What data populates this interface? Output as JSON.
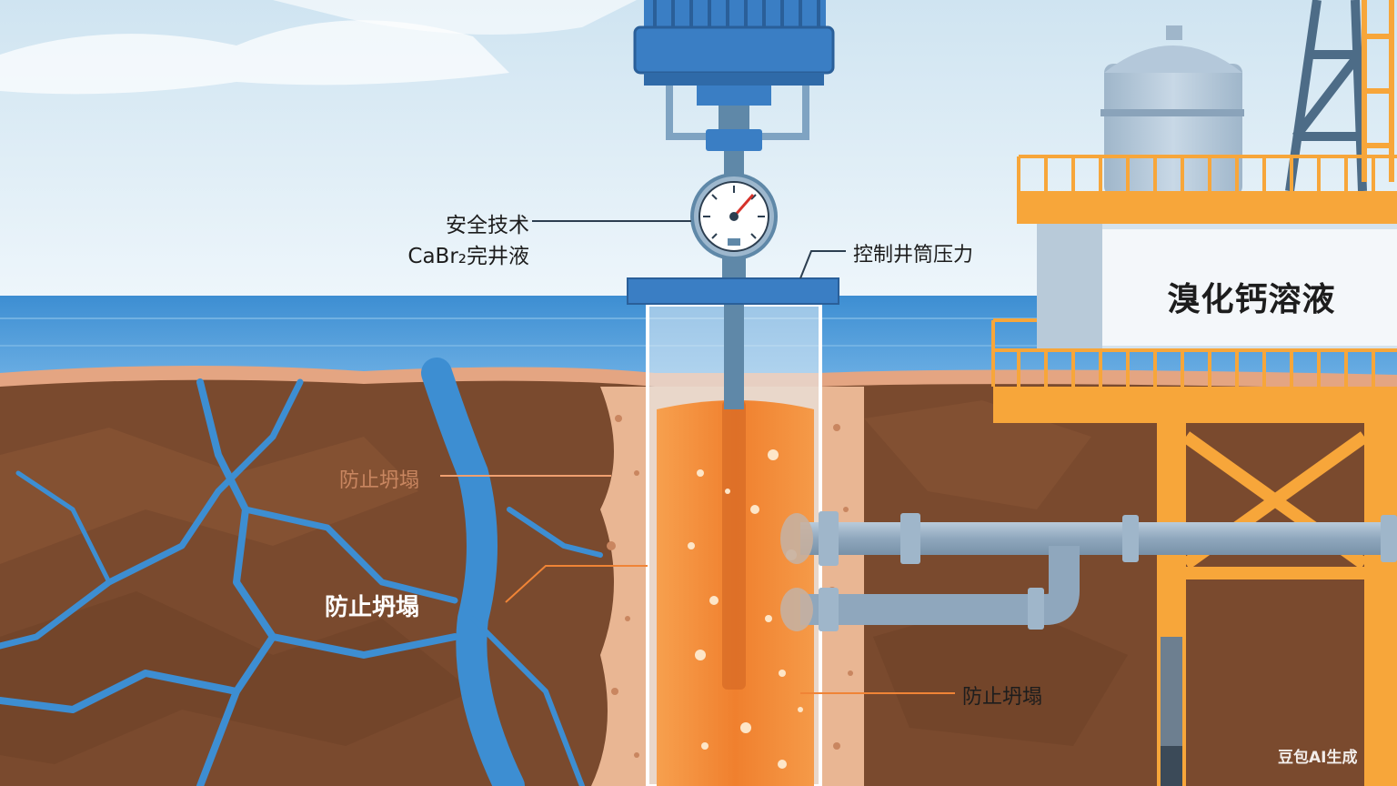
{
  "labels": {
    "safety": "安全技术",
    "cabr_fluid": "CaBr₂完井液",
    "pressure": "控制井筒压力",
    "title": "溴化钙溶液",
    "collapse_1": "防止坍塌",
    "collapse_2": "防止坍塌",
    "collapse_3": "防止坍塌",
    "watermark": "豆包AI生成"
  },
  "colors": {
    "sky": "#dfeef7",
    "sea": "#4a97d6",
    "soil": "#7a4a2e",
    "fluid": "#f08436",
    "steel_blue": "#3a7ec4",
    "platform_orange": "#f7a63a"
  },
  "icons": {
    "gauge": "pressure-gauge-icon"
  }
}
